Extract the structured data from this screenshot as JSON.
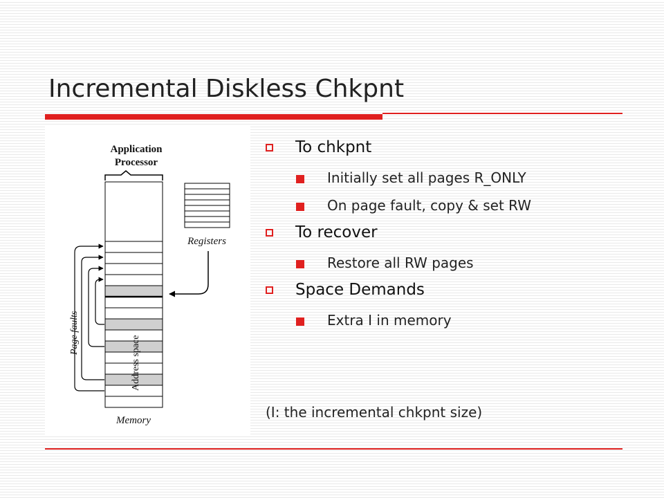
{
  "slide": {
    "title": "Incremental Diskless Chkpnt",
    "bullets": [
      {
        "text": "To chkpnt",
        "sub": [
          "Initially set all pages R_ONLY",
          "On page fault, copy & set RW"
        ]
      },
      {
        "text": "To recover",
        "sub": [
          "Restore all RW pages"
        ]
      },
      {
        "text": "Space Demands",
        "sub": [
          "Extra I in memory"
        ]
      }
    ],
    "note": "(I: the incremental chkpnt size)"
  },
  "figure": {
    "labels": {
      "application": "Application",
      "processor": "Processor",
      "registers": "Registers",
      "page_faults": "Page faults",
      "address_space": "Address space",
      "memory": "Memory"
    }
  },
  "colors": {
    "accent": "#e0201f",
    "text": "#222222",
    "shaded_page": "#cfcfcf"
  }
}
